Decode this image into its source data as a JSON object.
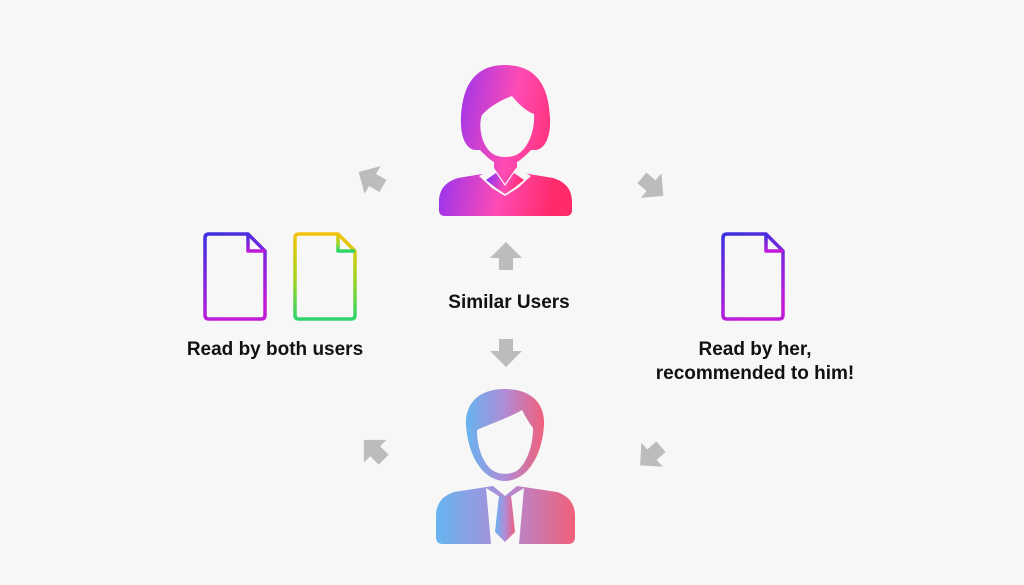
{
  "labels": {
    "read_by_both": "Read by both users",
    "similar_users": "Similar Users",
    "read_by_her_line1": "Read by her,",
    "read_by_her_line2": "recommended to him!"
  },
  "icons": {
    "her_user": "user-female-icon",
    "his_user": "user-male-icon",
    "doc_shared_1": "document-icon",
    "doc_shared_2": "document-icon",
    "doc_recommended": "document-icon"
  },
  "colors": {
    "background": "#f7f7f7",
    "arrow": "#bcbcbc",
    "female_gradient": [
      "#7a2dff",
      "#ff4bb4",
      "#ff2a6a"
    ],
    "male_gradient": [
      "#66b4f0",
      "#b08bd6",
      "#f0607a"
    ],
    "doc_purple": [
      "#3a30e0",
      "#c21bd8"
    ],
    "doc_rainbow": [
      "#f4c20d",
      "#2ed46b"
    ]
  }
}
